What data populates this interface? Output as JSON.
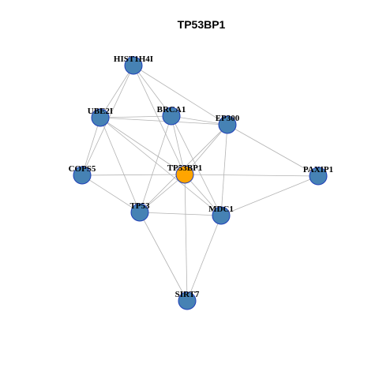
{
  "title": "TP53BP1",
  "colors": {
    "node_default": "#4682B4",
    "node_center": "#FFA500",
    "node_border": "#1F3FB8",
    "edge": "#B3B3B3"
  },
  "nodes": [
    {
      "id": "HIST1H4I",
      "label": "HIST1H4I",
      "center": false
    },
    {
      "id": "UBE2I",
      "label": "UBE2I",
      "center": false
    },
    {
      "id": "BRCA1",
      "label": "BRCA1",
      "center": false
    },
    {
      "id": "EP300",
      "label": "EP300",
      "center": false
    },
    {
      "id": "COPS5",
      "label": "COPS5",
      "center": false
    },
    {
      "id": "TP53BP1",
      "label": "TP53BP1",
      "center": true
    },
    {
      "id": "PAXIP1",
      "label": "PAXIP1",
      "center": false
    },
    {
      "id": "TP53",
      "label": "TP53",
      "center": false
    },
    {
      "id": "MDC1",
      "label": "MDC1",
      "center": false
    },
    {
      "id": "SIRT7",
      "label": "SIRT7",
      "center": false
    }
  ],
  "edges": [
    [
      "HIST1H4I",
      "UBE2I"
    ],
    [
      "HIST1H4I",
      "BRCA1"
    ],
    [
      "HIST1H4I",
      "EP300"
    ],
    [
      "HIST1H4I",
      "TP53BP1"
    ],
    [
      "HIST1H4I",
      "COPS5"
    ],
    [
      "UBE2I",
      "BRCA1"
    ],
    [
      "UBE2I",
      "EP300"
    ],
    [
      "UBE2I",
      "COPS5"
    ],
    [
      "UBE2I",
      "TP53BP1"
    ],
    [
      "UBE2I",
      "TP53"
    ],
    [
      "UBE2I",
      "MDC1"
    ],
    [
      "BRCA1",
      "EP300"
    ],
    [
      "BRCA1",
      "TP53BP1"
    ],
    [
      "BRCA1",
      "TP53"
    ],
    [
      "BRCA1",
      "MDC1"
    ],
    [
      "EP300",
      "TP53BP1"
    ],
    [
      "EP300",
      "PAXIP1"
    ],
    [
      "EP300",
      "MDC1"
    ],
    [
      "EP300",
      "TP53"
    ],
    [
      "COPS5",
      "TP53BP1"
    ],
    [
      "COPS5",
      "TP53"
    ],
    [
      "TP53BP1",
      "PAXIP1"
    ],
    [
      "TP53BP1",
      "TP53"
    ],
    [
      "TP53BP1",
      "MDC1"
    ],
    [
      "TP53BP1",
      "SIRT7"
    ],
    [
      "TP53",
      "MDC1"
    ],
    [
      "TP53",
      "SIRT7"
    ],
    [
      "MDC1",
      "PAXIP1"
    ],
    [
      "MDC1",
      "SIRT7"
    ]
  ]
}
